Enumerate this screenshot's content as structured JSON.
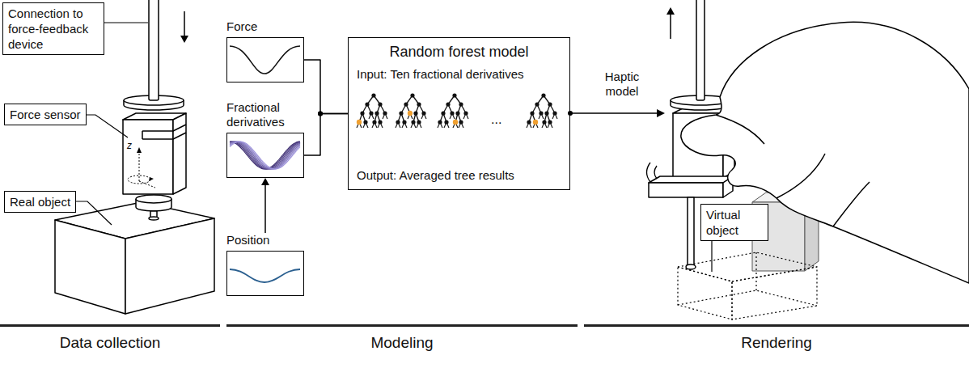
{
  "diagram": {
    "nodes": [
      {
        "text": [
          "Connection to force-feedback device"
        ]
      },
      {
        "text": [
          "Force sensor"
        ]
      },
      {
        "text": [
          "Real object"
        ]
      },
      {
        "text": [
          "Force"
        ]
      },
      {
        "text": [
          "Fractional derivatives"
        ]
      },
      {
        "text": [
          "Position"
        ]
      },
      {
        "text": [
          "Random forest model",
          "Input: Ten fractional derivatives",
          "Output: Averaged tree results"
        ]
      },
      {
        "text": [
          "Virtual object"
        ]
      }
    ],
    "edges": [
      {
        "from": 5,
        "to": 4,
        "arrow": "to"
      },
      {
        "from": 3,
        "to": 6,
        "arrow": "none"
      },
      {
        "from": 4,
        "to": 6,
        "arrow": "none"
      }
    ],
    "labels": [
      "z",
      "...",
      "Haptic model",
      "Data collection",
      "Modeling",
      "Rendering"
    ]
  }
}
